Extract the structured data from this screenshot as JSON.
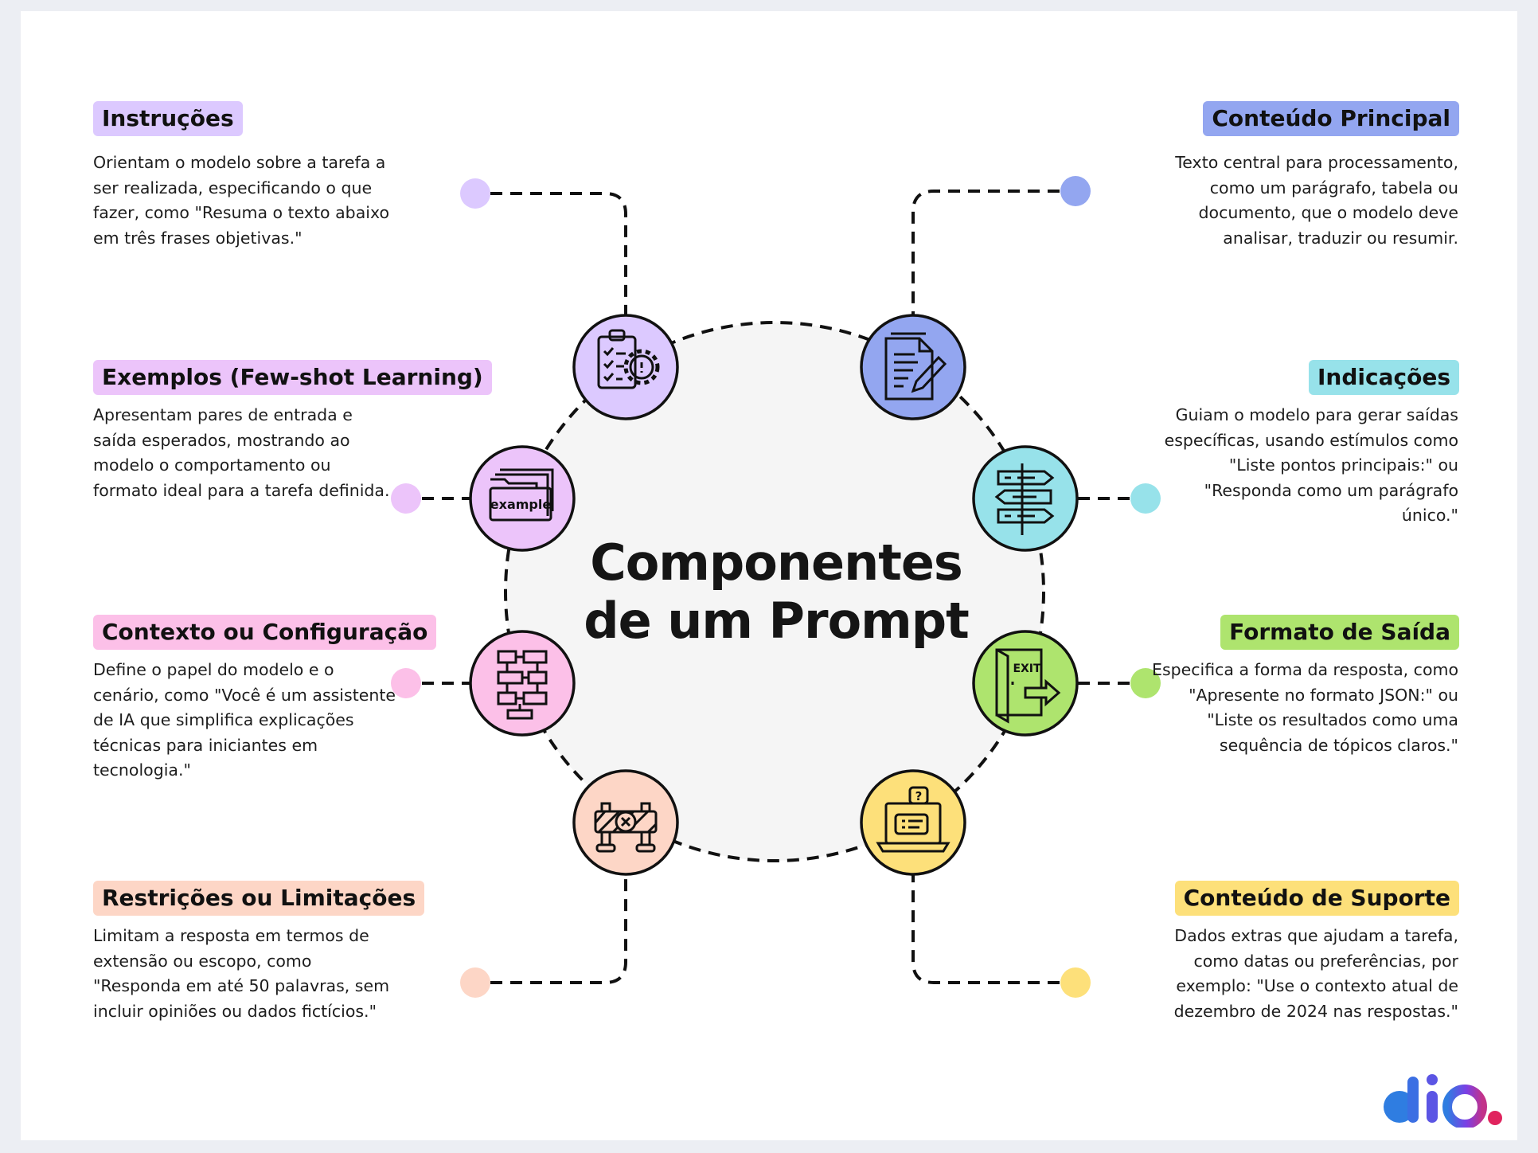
{
  "title": {
    "line1": "Componentes",
    "line2": "de um Prompt"
  },
  "components": [
    {
      "id": "instrucoes",
      "label": "Instruções",
      "color": "#dcc9ff",
      "icon": "clipboard-gear-icon",
      "description": "Orientam o modelo sobre a tarefa a ser realizada, especificando o que fazer, como \"Resuma o texto abaixo em três frases objetivas.\""
    },
    {
      "id": "exemplos",
      "label": "Exemplos (Few-shot Learning)",
      "color": "#ecc4fa",
      "icon": "example-folder-icon",
      "description": "Apresentam pares de entrada e saída esperados, mostrando ao modelo o comportamento ou formato ideal para a tarefa definida."
    },
    {
      "id": "contexto",
      "label": "Contexto ou Configuração",
      "color": "#fcc0e8",
      "icon": "flowchart-icon",
      "description": "Define o papel do modelo e o cenário, como \"Você é um assistente de IA que simplifica explicações técnicas para iniciantes em tecnologia.\""
    },
    {
      "id": "restricoes",
      "label": "Restrições ou Limitações",
      "color": "#fdd6c6",
      "icon": "barrier-icon",
      "description": "Limitam a resposta em termos de extensão ou escopo, como \"Responda em até 50 palavras, sem incluir opiniões ou dados fictícios.\""
    },
    {
      "id": "conteudo-principal",
      "label": "Conteúdo Principal",
      "color": "#93a6f0",
      "icon": "document-pencil-icon",
      "description": "Texto central para processamento, como um parágrafo, tabela ou documento, que o modelo deve analisar, traduzir ou resumir."
    },
    {
      "id": "indicacoes",
      "label": "Indicações",
      "color": "#97e2ea",
      "icon": "signpost-icon",
      "description": "Guiam o modelo para gerar saídas específicas, usando estímulos como \"Liste pontos principais:\" ou \"Responda como um parágrafo único.\""
    },
    {
      "id": "formato-saida",
      "label": "Formato de Saída",
      "color": "#aee46e",
      "icon": "exit-door-icon",
      "description": "Especifica a forma da resposta, como \"Apresente no formato JSON:\" ou \"Liste os resultados como uma sequência de tópicos claros.\""
    },
    {
      "id": "conteudo-suporte",
      "label": "Conteúdo de Suporte",
      "color": "#fde07a",
      "icon": "laptop-chat-icon",
      "description": "Dados extras que ajudam a tarefa, como datas ou preferências, por exemplo: \"Use o contexto atual de dezembro de 2024 nas respostas.\""
    }
  ],
  "icon_texts": {
    "example": "example",
    "exit": "EXIT",
    "question": "?"
  },
  "logo": {
    "text": "dio.",
    "colors": [
      "#2f7de1",
      "#7b3fe4",
      "#e0245e"
    ]
  }
}
